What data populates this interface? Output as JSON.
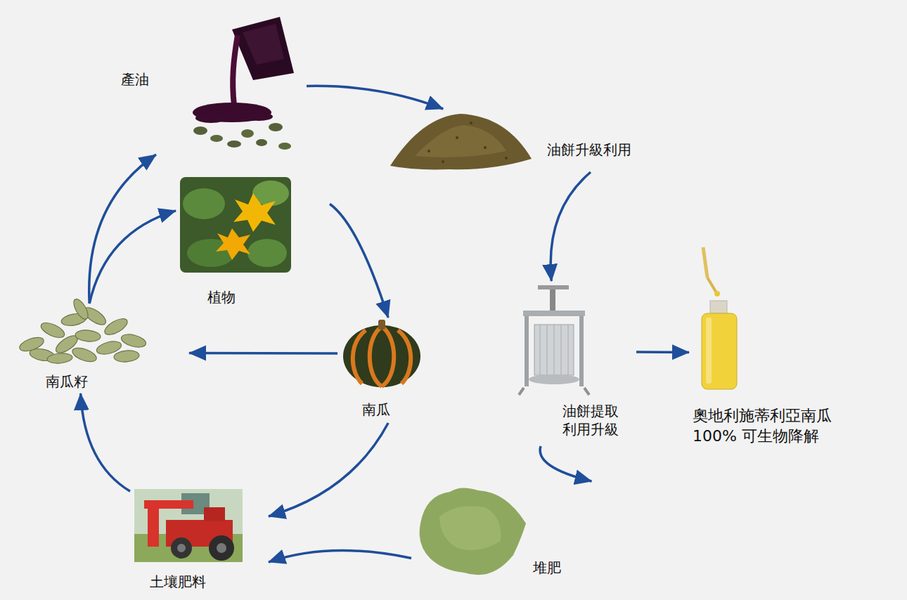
{
  "diagram": {
    "nodes": [
      {
        "text": [
          "產油"
        ]
      },
      {
        "text": [
          "油餅升級利用"
        ]
      },
      {
        "text": [
          "植物"
        ]
      },
      {
        "text": [
          "南瓜籽"
        ]
      },
      {
        "text": [
          "南瓜"
        ]
      },
      {
        "text": [
          "油餅提取 利用升級"
        ]
      },
      {
        "text": [
          "奧地利施蒂利亞南瓜 100% 可生物降解"
        ]
      },
      {
        "text": [
          "土壤肥料"
        ]
      },
      {
        "text": [
          "堆肥"
        ]
      }
    ],
    "edges": [
      {
        "from": 0,
        "to": 1,
        "arrow": "to"
      },
      {
        "from": 1,
        "to": 5,
        "arrow": "to"
      },
      {
        "from": 5,
        "to": 6,
        "arrow": "to"
      },
      {
        "from": 5,
        "to": 8,
        "arrow": "to"
      },
      {
        "from": 8,
        "to": 7,
        "arrow": "to"
      },
      {
        "from": 7,
        "to": 3,
        "arrow": "to"
      },
      {
        "from": 3,
        "to": 0,
        "arrow": "to"
      },
      {
        "from": 3,
        "to": 2,
        "arrow": "to"
      },
      {
        "from": 2,
        "to": 4,
        "arrow": "to"
      },
      {
        "from": 4,
        "to": 3,
        "arrow": "to"
      },
      {
        "from": 4,
        "to": 7,
        "arrow": "to"
      }
    ]
  }
}
